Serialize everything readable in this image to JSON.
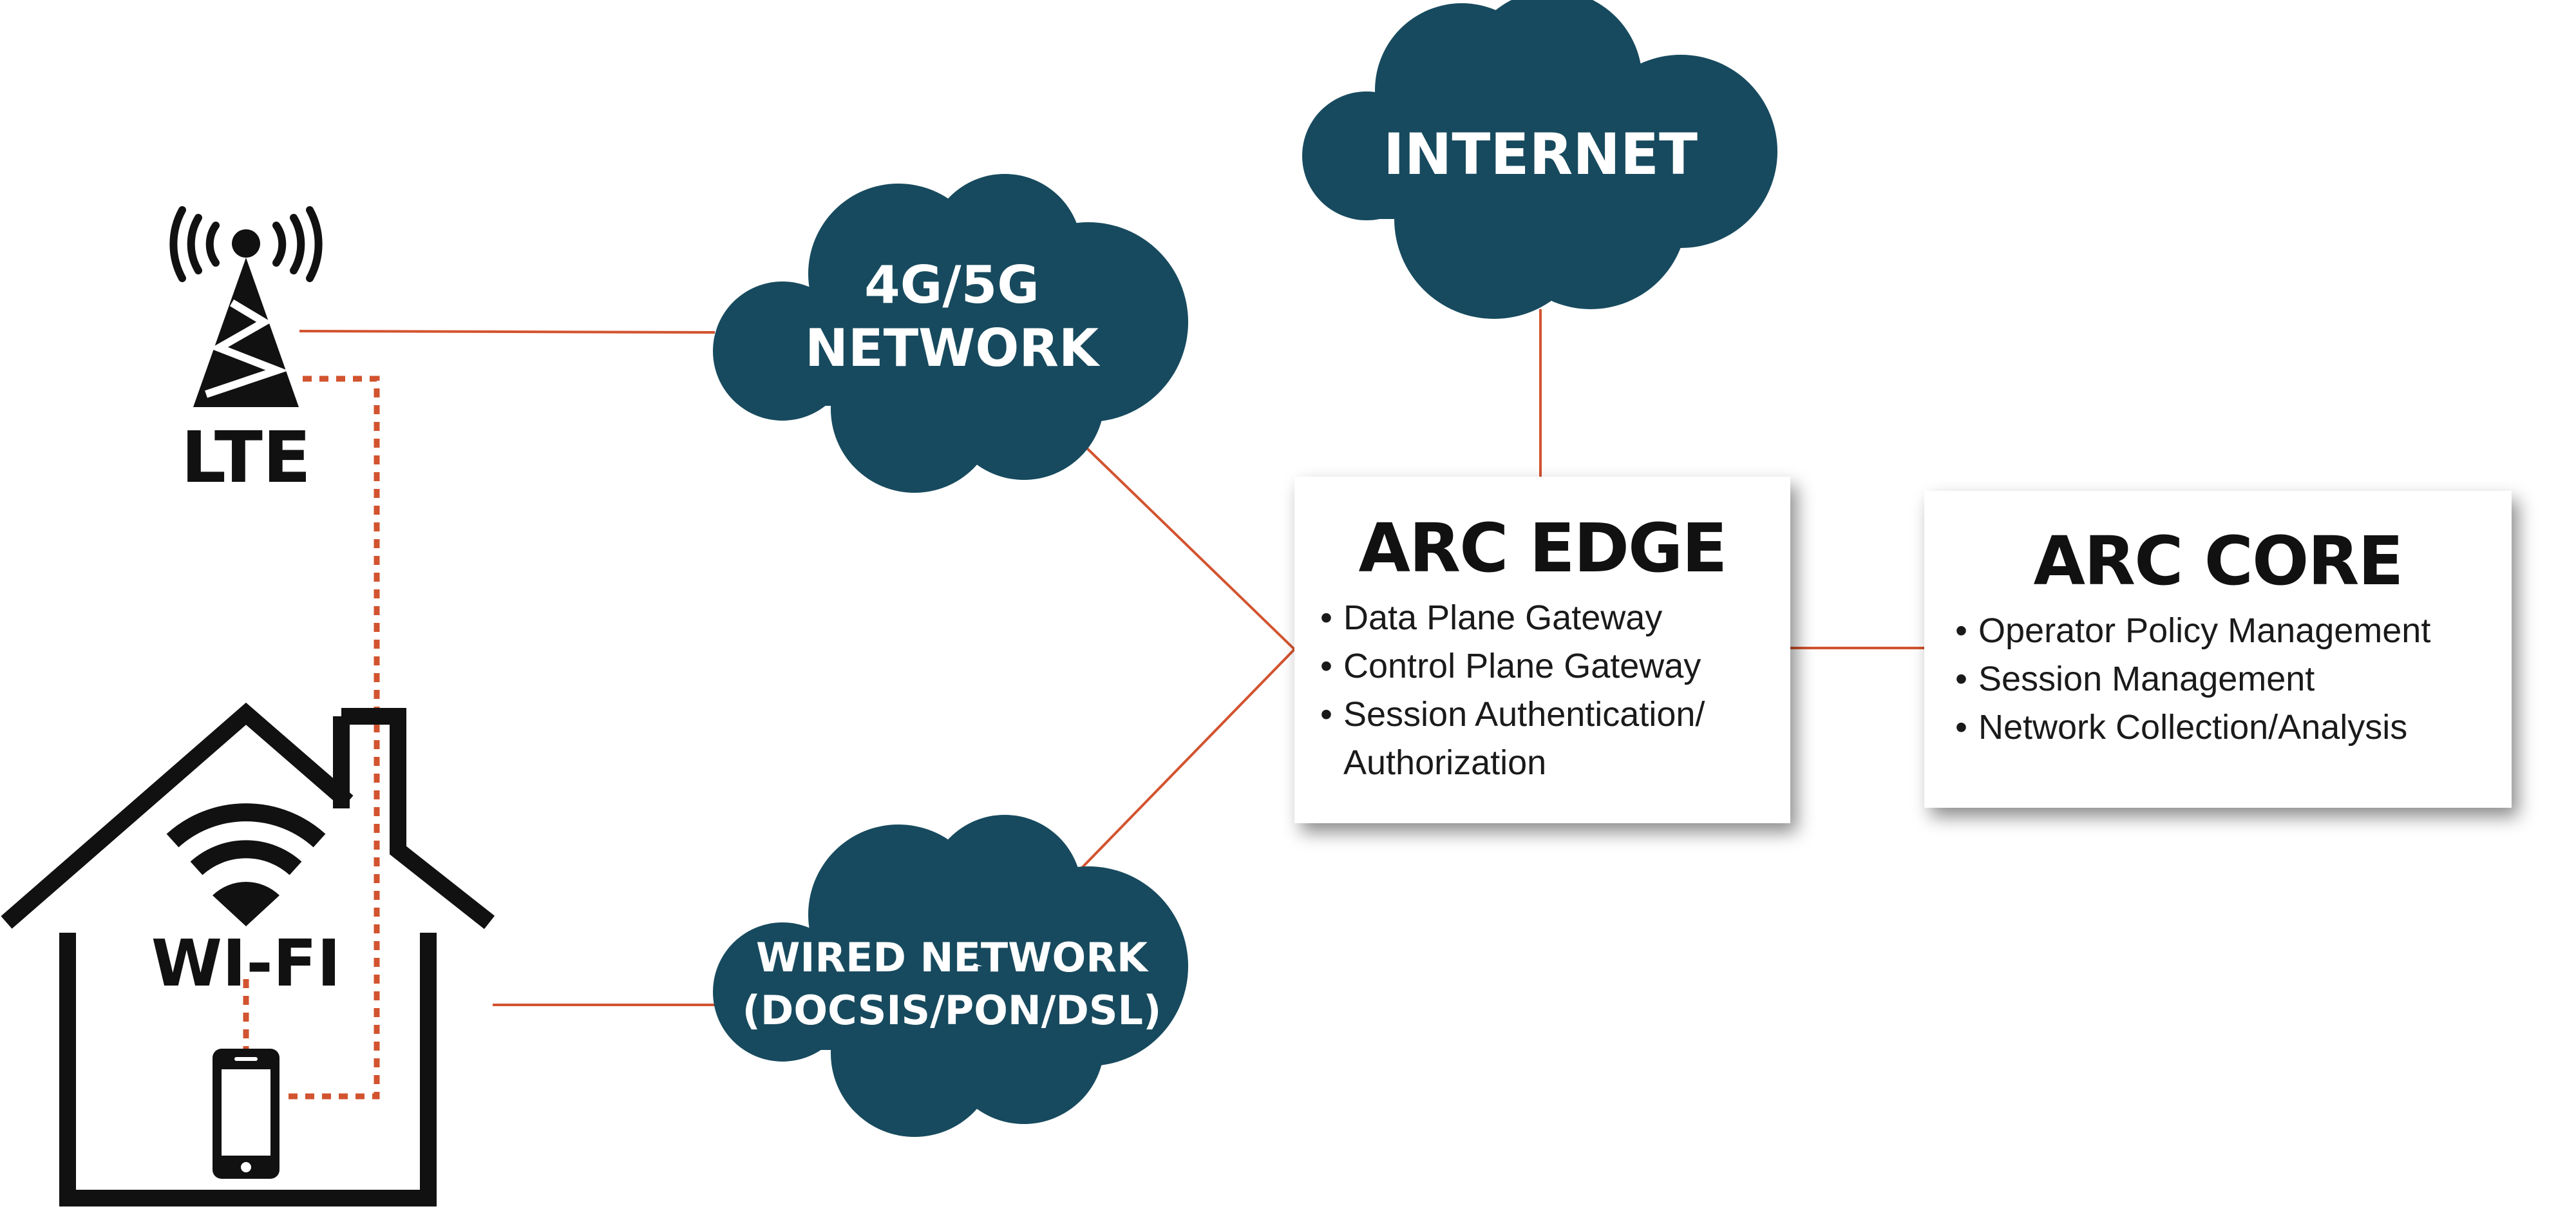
{
  "clouds": {
    "internet": {
      "label": "INTERNET"
    },
    "cellular": {
      "line1": "4G/5G",
      "line2": "NETWORK"
    },
    "wired": {
      "line1": "WIRED NETWORK",
      "line2": "(DOCSIS/PON/DSL)"
    }
  },
  "icons": {
    "tower_label": "LTE",
    "wifi_label": "WI-FI"
  },
  "arc_edge": {
    "title": "ARC EDGE",
    "items": [
      "Data Plane Gateway",
      "Control Plane Gateway",
      "Session Authentication/",
      "Authorization"
    ]
  },
  "arc_core": {
    "title": "ARC CORE",
    "items": [
      "Operator Policy Management",
      "Session Management",
      "Network Collection/Analysis"
    ]
  },
  "colors": {
    "cloud": "#174a5e",
    "connector": "#d2532f",
    "icon": "#111111"
  }
}
